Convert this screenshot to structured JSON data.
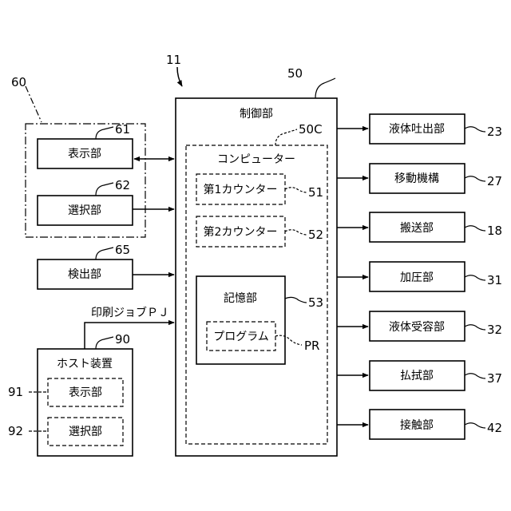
{
  "refs": {
    "r11": "11",
    "r50": "50",
    "r50c": "50C",
    "r60": "60",
    "r61": "61",
    "r62": "62",
    "r65": "65",
    "r90": "90",
    "r91": "91",
    "r92": "92",
    "r51": "51",
    "r52": "52",
    "r53": "53",
    "rPR": "PR",
    "r23": "23",
    "r27": "27",
    "r18": "18",
    "r31": "31",
    "r32": "32",
    "r37": "37",
    "r42": "42"
  },
  "labels": {
    "controller": "制御部",
    "computer": "コンピューター",
    "counter1": "第1カウンター",
    "counter2": "第2カウンター",
    "storage": "記憶部",
    "program": "プログラム",
    "display": "表示部",
    "select": "選択部",
    "detect": "検出部",
    "host": "ホスト装置",
    "host_display": "表示部",
    "host_select": "選択部",
    "print_job": "印刷ジョブＰＪ"
  },
  "outputs": [
    {
      "label": "液体吐出部",
      "ref": "23"
    },
    {
      "label": "移動機構",
      "ref": "27"
    },
    {
      "label": "搬送部",
      "ref": "18"
    },
    {
      "label": "加圧部",
      "ref": "31"
    },
    {
      "label": "液体受容部",
      "ref": "32"
    },
    {
      "label": "払拭部",
      "ref": "37"
    },
    {
      "label": "接触部",
      "ref": "42"
    }
  ]
}
